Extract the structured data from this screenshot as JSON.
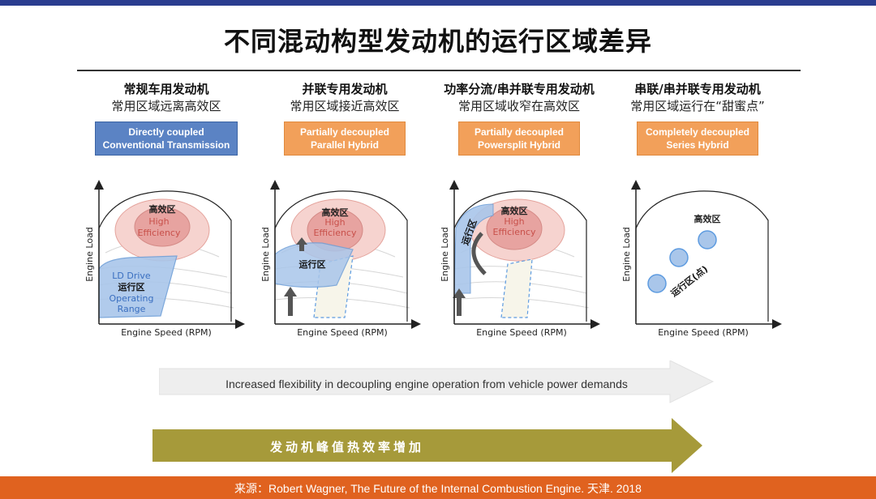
{
  "slide": {
    "title": "不同混动构型发动机的运行区域差异",
    "columns": [
      {
        "heading": "常规车用发动机",
        "subheading": "常用区域远离高效区",
        "box_line1": "Directly coupled",
        "box_line2": "Conventional Transmission",
        "box_color": "#5b83c4"
      },
      {
        "heading": "并联专用发动机",
        "subheading": "常用区域接近高效区",
        "box_line1": "Partially decoupled",
        "box_line2": "Parallel Hybrid",
        "box_color": "#f2a05a"
      },
      {
        "heading": "功率分流/串并联专用发动机",
        "subheading": "常用区域收窄在高效区",
        "box_line1": "Partially decoupled",
        "box_line2": "Powersplit Hybrid",
        "box_color": "#f2a05a"
      },
      {
        "heading": "串联/串并联专用发动机",
        "subheading": "常用区域运行在“甜蜜点”",
        "box_line1": "Completely decoupled",
        "box_line2": "Series Hybrid",
        "box_color": "#f2a05a"
      }
    ],
    "plots": {
      "x_label": "Engine Speed (RPM)",
      "y_label": "Engine Load",
      "high_eff_cn": "高效区",
      "high_eff_en_1": "High",
      "high_eff_en_2": "Efficiency",
      "plot1_ld": "LD Drive",
      "plot1_op_cn": "运行区",
      "plot1_op_en_1": "Operating",
      "plot1_op_en_2": "Range",
      "plot2_op_cn": "运行区",
      "plot3_op_cn": "运行区",
      "plot4_op_cn": "运行区(点)"
    },
    "flexibility_banner": "Increased flexibility in decoupling engine operation from vehicle power demands",
    "efficiency_banner": "发动机峰值热效率增加",
    "source": "来源：Robert Wagner, The Future of the Internal Combustion Engine. 天津. 2018",
    "colors": {
      "accent_top": "#2a3d8f",
      "footer": "#e0621f",
      "olive_arrow": "#a69a3a",
      "gray_arrow": "#eeeeee"
    }
  }
}
